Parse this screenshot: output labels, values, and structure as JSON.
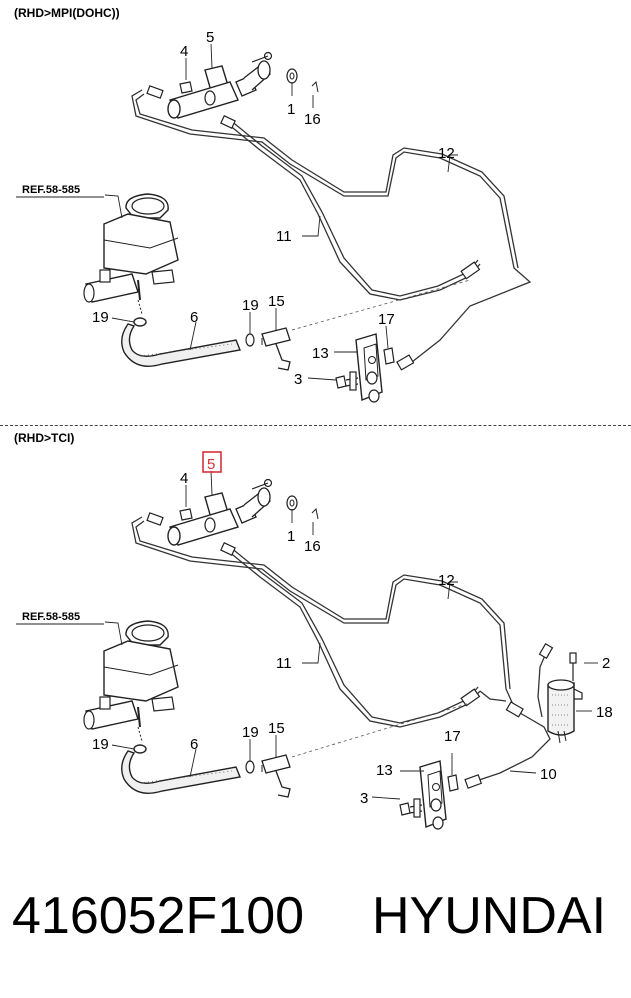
{
  "sections": [
    {
      "title": "(RHD>MPI(DOHC))"
    },
    {
      "title": "(RHD>TCI)"
    }
  ],
  "ref": "REF.58-585",
  "callouts_top": [
    "4",
    "5",
    "1",
    "16",
    "12",
    "11",
    "19",
    "6",
    "19",
    "15",
    "17",
    "13",
    "3"
  ],
  "callouts_bottom": [
    "4",
    "5",
    "1",
    "16",
    "12",
    "11",
    "2",
    "18",
    "19",
    "6",
    "19",
    "15",
    "17",
    "13",
    "3",
    "10"
  ],
  "highlighted_callout": "5",
  "highlight_color": "#d9303a",
  "footer": {
    "part_number": "416052F100",
    "brand": "HYUNDAI"
  }
}
